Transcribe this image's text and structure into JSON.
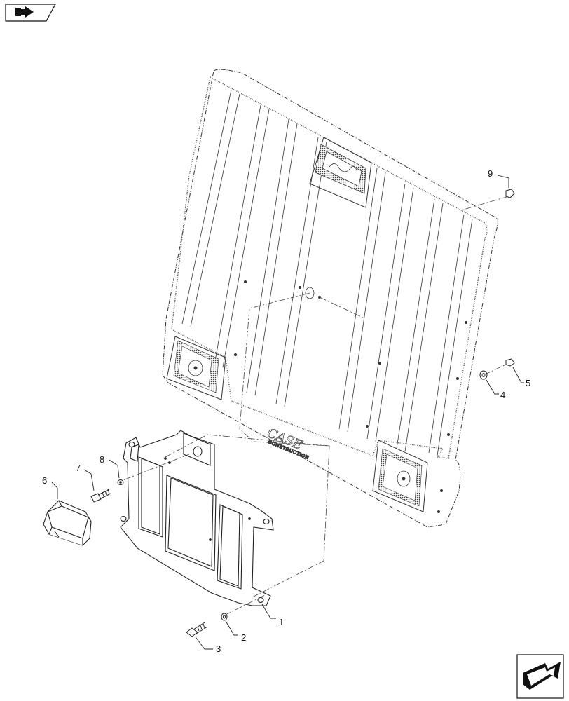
{
  "nav": {
    "back_icon": "back-arrow-icon",
    "next_icon": "forward-arrow-icon"
  },
  "diagram": {
    "callouts": [
      {
        "id": "1",
        "label": "1"
      },
      {
        "id": "2",
        "label": "2"
      },
      {
        "id": "3",
        "label": "3"
      },
      {
        "id": "4",
        "label": "4"
      },
      {
        "id": "5",
        "label": "5"
      },
      {
        "id": "6",
        "label": "6"
      },
      {
        "id": "7",
        "label": "7"
      },
      {
        "id": "8",
        "label": "8"
      },
      {
        "id": "9",
        "label": "9"
      }
    ],
    "logo_text": "CONSTRUCTION",
    "logo_script": "CASE"
  }
}
